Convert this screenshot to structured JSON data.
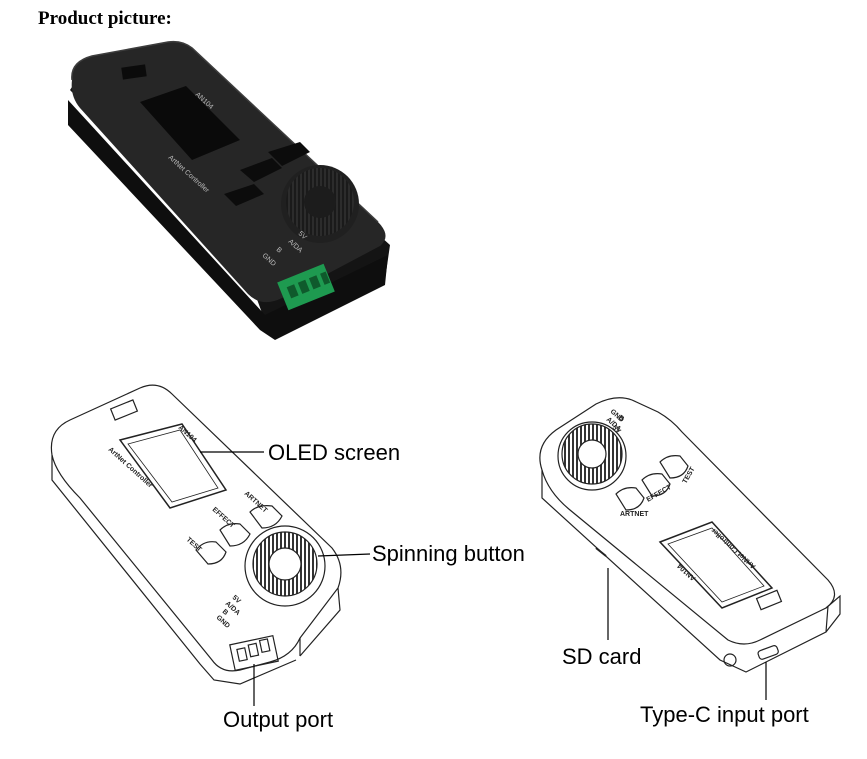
{
  "heading": "Product picture:",
  "device": {
    "model": "AN104",
    "brand_text": "ArtNet Controller",
    "buttons": [
      "ARTNET",
      "EFFECT",
      "TEST"
    ],
    "pins": [
      "5V",
      "A/DA",
      "B",
      "GND"
    ]
  },
  "callouts": {
    "oled": "OLED screen",
    "spin": "Spinning button",
    "output": "Output port",
    "sd": "SD card",
    "typec": "Type-C input port"
  }
}
